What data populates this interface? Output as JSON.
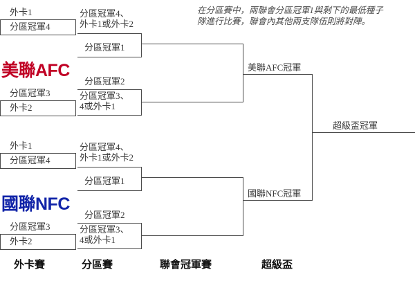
{
  "note": {
    "text": "在分區賽中，兩聯會分區冠軍1與剩下的最低種子\n隊進行比賽，聯會內其他兩支隊伍則將對陣。"
  },
  "conferences": [
    {
      "id": "afc",
      "name": "美聯AFC",
      "color": "#c00024",
      "champion_label": "美聯AFC冠軍"
    },
    {
      "id": "nfc",
      "name": "國聯NFC",
      "color": "#1124a8",
      "champion_label": "國聯NFC冠軍"
    }
  ],
  "final": {
    "label": "超級盃冠軍"
  },
  "rounds": [
    {
      "key": "wildcard",
      "label": "外卡賽"
    },
    {
      "key": "divisional",
      "label": "分區賽"
    },
    {
      "key": "conference",
      "label": "聯會冠軍賽"
    },
    {
      "key": "superbowl",
      "label": "超級盃"
    }
  ],
  "bracket": {
    "afc": {
      "wildcard": [
        {
          "top": "外卡1",
          "bottom": "分區冠軍4"
        },
        {
          "top": "分區冠軍3",
          "bottom": "外卡2"
        }
      ],
      "divisional": [
        {
          "top": "分區冠軍4、\n外卡1或外卡2",
          "bottom": "分區冠軍1"
        },
        {
          "top": "分區冠軍2",
          "bottom": "分區冠軍3、\n4或外卡1"
        }
      ]
    },
    "nfc": {
      "wildcard": [
        {
          "top": "外卡1",
          "bottom": "分區冠軍4"
        },
        {
          "top": "分區冠軍3",
          "bottom": "外卡2"
        }
      ],
      "divisional": [
        {
          "top": "分區冠軍4、\n外卡1或外卡2",
          "bottom": "分區冠軍1"
        },
        {
          "top": "分區冠軍2",
          "bottom": "分區冠軍3、\n4或外卡1"
        }
      ]
    }
  }
}
